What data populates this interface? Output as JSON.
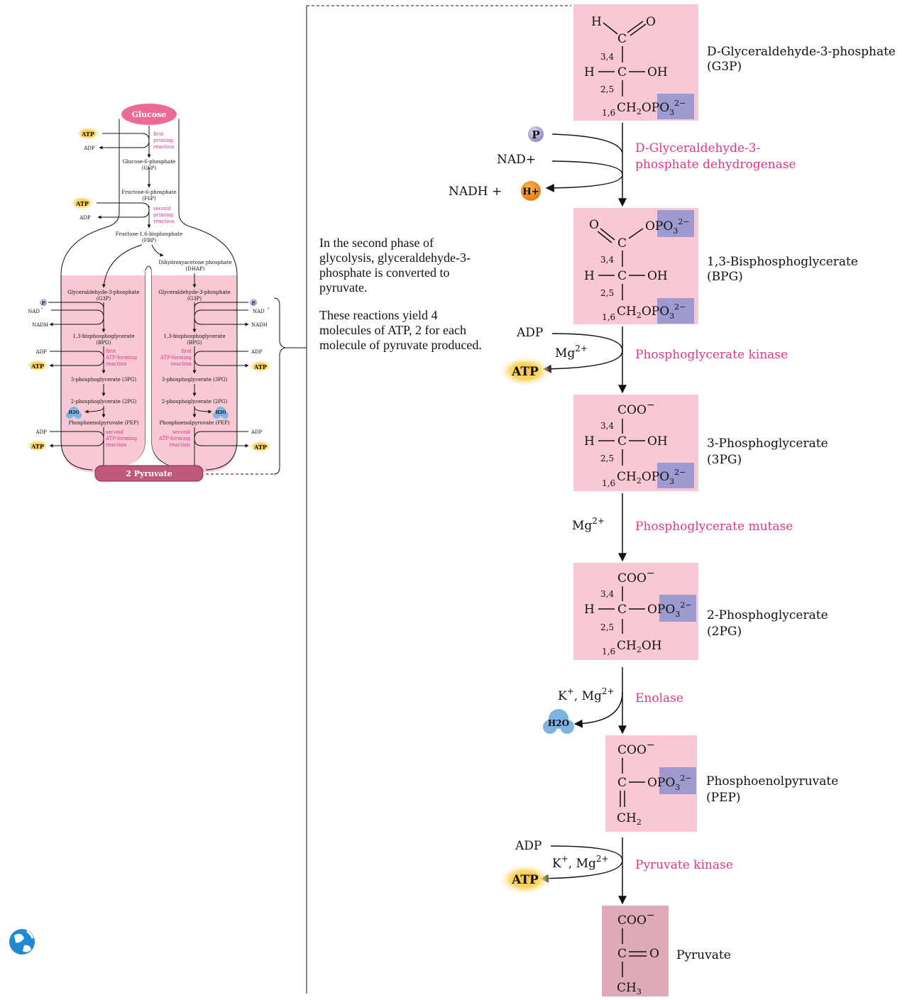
{
  "overview": {
    "glucose": "Glucose",
    "atp": "ATP",
    "adp": "ADP",
    "first_priming": [
      "first",
      "priming",
      "reaction"
    ],
    "second_priming": [
      "second",
      "priming",
      "reaction"
    ],
    "g6p": [
      "Glucose-6-phosphate",
      "(G6P)"
    ],
    "f6p": [
      "Fructose-6-phosphate",
      "(F6P)"
    ],
    "fbp": [
      "Fructose-1,6-bisphosphate",
      "(FBP)"
    ],
    "dhap": [
      "Dihydroxyacetone phosphate",
      "(DHAP)"
    ],
    "g3p": [
      "Glyceraldehyde-3-phosphate",
      "(G3P)"
    ],
    "p": "P",
    "nad": "NAD",
    "nadh": "NADH",
    "bpg": [
      "1,3-bisphosphoglycerate",
      "(BPG)"
    ],
    "first_atp": [
      "first",
      "ATP-forming",
      "reaction"
    ],
    "pg3": "3-phosphoglycerate (3PG)",
    "pg2": "2-phosphoglycerate (2PG)",
    "h2o": "H2O",
    "pep": "Phosphoenolpyruvate (PEP)",
    "second_atp": [
      "second",
      "ATP-forming",
      "reaction"
    ],
    "pyruvate": "2 Pyruvate"
  },
  "side_text": {
    "p1": "In the second phase of glycolysis, glyceraldehyde-3-phosphate is converted to pyruvate.",
    "p2": "These reactions yield 4 molecules of ATP, 2 for each molecule of pyruvate produced."
  },
  "pathway": {
    "compounds": [
      {
        "name": [
          "D-Glyceraldehyde-3-phosphate",
          "(G3P)"
        ]
      },
      {
        "name": [
          "1,3-Bisphosphoglycerate",
          "(BPG)"
        ]
      },
      {
        "name": [
          "3-Phosphoglycerate",
          "(3PG)"
        ]
      },
      {
        "name": [
          "2-Phosphoglycerate",
          "(2PG)"
        ]
      },
      {
        "name": [
          "Phosphoenolpyruvate",
          "(PEP)"
        ]
      },
      {
        "name": [
          "Pyruvate"
        ]
      }
    ],
    "enzymes": [
      [
        "D-Glyceraldehyde-3-",
        "phosphate dehydrogenase"
      ],
      [
        "Phosphoglycerate kinase"
      ],
      [
        "Phosphoglycerate mutase"
      ],
      [
        "Enolase"
      ],
      [
        "Pyruvate kinase"
      ]
    ],
    "cofactors": {
      "p": "P",
      "nad": "NAD+",
      "nadh": "NADH +",
      "h": "H+",
      "adp": "ADP",
      "atp": "ATP",
      "mg": "Mg2+",
      "k_mg": "K+, Mg2+",
      "h2o": "H2O"
    }
  },
  "colors": {
    "box_pink": "#f8c8d4",
    "phosphate": "#9e9ad0",
    "enzyme_text": "#e0358a",
    "pyruvate_box": "#dfaab8",
    "atp_glow": "#f7c23a",
    "h_ion": "#f08a1c",
    "water": "#7cb4e3"
  }
}
